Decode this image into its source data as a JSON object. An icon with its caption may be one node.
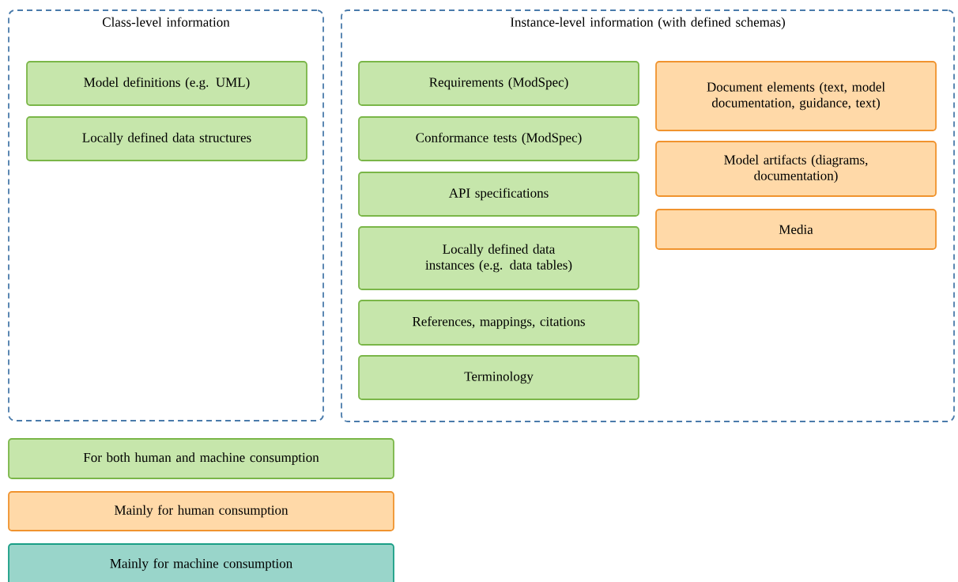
{
  "diagram": {
    "nodes": [
      {
        "text": [
          "Class-level information"
        ]
      },
      {
        "text": [
          "Model definitions (e.g. UML)"
        ],
        "in": 0
      },
      {
        "text": [
          "Locally defined data structures"
        ],
        "in": 0
      },
      {
        "text": [
          "Instance-level information (with defined schemas)"
        ]
      },
      {
        "text": [
          "Requirements (ModSpec)"
        ],
        "in": 3
      },
      {
        "text": [
          "Conformance tests (ModSpec)"
        ],
        "in": 3
      },
      {
        "text": [
          "API specifications"
        ],
        "in": 3
      },
      {
        "text": [
          "Locally defined data instances (e.g. data tables)"
        ],
        "in": 3
      },
      {
        "text": [
          "References, mappings, citations"
        ],
        "in": 3
      },
      {
        "text": [
          "Terminology"
        ],
        "in": 3
      },
      {
        "text": [
          "Document elements (text, model documentation, guidance, text)"
        ],
        "in": 3
      },
      {
        "text": [
          "Model artifacts (diagrams, documentation)"
        ],
        "in": 3
      },
      {
        "text": [
          "Media"
        ],
        "in": 3
      }
    ],
    "edges": [],
    "legend": [
      {
        "text": "For both human and machine consumption",
        "color": "#c6e6ab"
      },
      {
        "text": "Mainly for human consumption",
        "color": "#ffd9a8"
      },
      {
        "text": "Mainly for machine consumption",
        "color": "#99d5ca"
      }
    ]
  }
}
